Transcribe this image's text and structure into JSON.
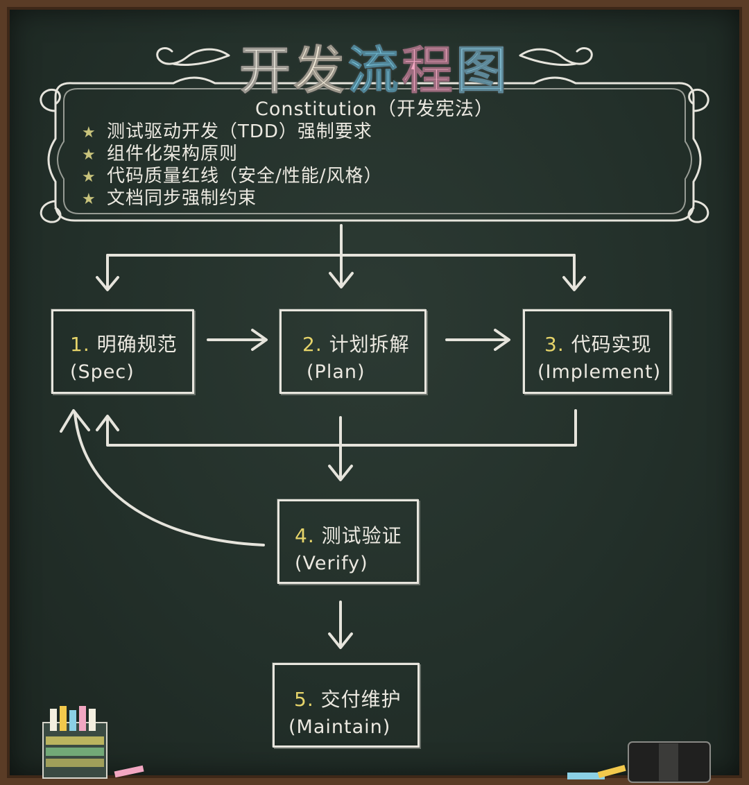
{
  "title": {
    "chars": [
      "开",
      "发",
      "流",
      "程",
      "图"
    ],
    "colors": [
      "#f1ede2",
      "#efe7d6",
      "#7ccbe6",
      "#f2a7c2",
      "#8fd0e8"
    ]
  },
  "constitution": {
    "heading": "Constitution（开发宪法）",
    "star_icon": "star-icon",
    "star_glyph": "★",
    "rules": [
      "测试驱动开发（TDD）强制要求",
      "组件化架构原则",
      "代码质量红线（安全/性能/风格）",
      "文档同步强制约束"
    ]
  },
  "steps": [
    {
      "num": "1.",
      "name": "明确规范",
      "en": "(Spec)"
    },
    {
      "num": "2.",
      "name": "计划拆解",
      "en": "(Plan)"
    },
    {
      "num": "3.",
      "name": "代码实现",
      "en": "(Implement)"
    },
    {
      "num": "4.",
      "name": "测试验证",
      "en": "(Verify)"
    },
    {
      "num": "5.",
      "name": "交付维护",
      "en": "(Maintain)"
    }
  ],
  "colors": {
    "chalk": "#e6e4dc",
    "number": "#e6d46a",
    "board": "#23302a",
    "frame": "#5a3c26"
  }
}
